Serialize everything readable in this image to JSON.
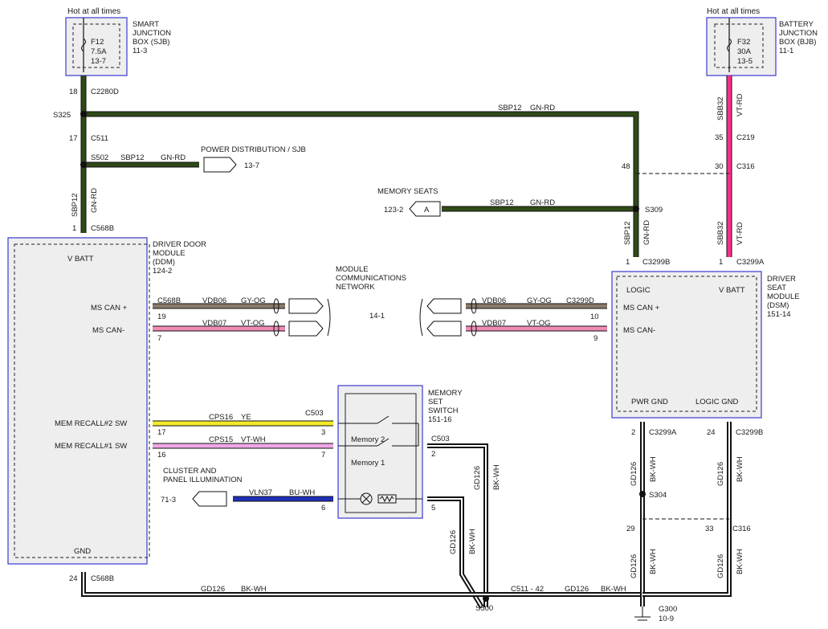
{
  "colors": {
    "gn_rd": "#2f4a17",
    "vt_rd": "#ff2f8c",
    "gy_og": "#8b7a6a",
    "vt_og": "#f28ab5",
    "ye": "#f2ea2a",
    "vt_wh": "#f0a6e6",
    "bu_wh": "#1f2fb8",
    "bk_wh": "#111111",
    "module_border": "#3a3ad0",
    "module_fill": "#eeeeee"
  },
  "sjb": {
    "hot": "Hot at all times",
    "fuse": "F12",
    "amps": "7.5A",
    "ref": "13-7",
    "name1": "SMART",
    "name2": "JUNCTION",
    "name3": "BOX (SJB)",
    "page": "11-3"
  },
  "bjb": {
    "hot": "Hot at all times",
    "fuse": "F32",
    "amps": "30A",
    "ref": "13-5",
    "name1": "BATTERY",
    "name2": "JUNCTION",
    "name3": "BOX (BJB)",
    "page": "11-1"
  },
  "connectors": {
    "c2280d_pin": "18",
    "c2280d": "C2280D",
    "s325": "S325",
    "c511_pin": "17",
    "c511": "C511",
    "s502": "S502",
    "c568b_top_pin": "1",
    "c568b_top": "C568B",
    "c219_pin": "35",
    "c219": "C219",
    "c316_top_pin_left": "48",
    "c316_top_pin": "30",
    "c316_top": "C316",
    "s309": "S309",
    "c3299b_top_pin": "1",
    "c3299b_top": "C3299B",
    "c3299a_top_pin": "1",
    "c3299a_top": "C3299A",
    "c568b_can": "C568B",
    "can_pin_19": "19",
    "can_pin_7": "7",
    "c3299d": "C3299D",
    "can_pin_10": "10",
    "can_pin_9": "9",
    "c503_a": "C503",
    "pin_3": "3",
    "pin_7": "7",
    "pin_17": "17",
    "pin_16": "16",
    "c503_b": "C503",
    "pin_2": "2",
    "pin_6": "6",
    "pin_5": "5",
    "c3299a_bot_pin": "2",
    "c3299a_bot": "C3299A",
    "c3299b_bot_pin": "24",
    "c3299b_bot": "C3299B",
    "s304": "S304",
    "c316_bot_pin_left": "29",
    "c316_bot_pin": "33",
    "c316_bot": "C316",
    "c568b_gnd_pin": "24",
    "c568b_gnd": "C568B",
    "s500": "S500",
    "c511_42": "C511 - 42",
    "g300": "G300",
    "g300_ref": "10-9"
  },
  "wires": {
    "sbp12": "SBP12",
    "gn_rd": "GN-RD",
    "sbb32": "SBB32",
    "vt_rd": "VT-RD",
    "vdb06": "VDB06",
    "gy_og": "GY-OG",
    "vdb07": "VDB07",
    "vt_og": "VT-OG",
    "cps16": "CPS16",
    "ye": "YE",
    "cps15": "CPS15",
    "vt_wh": "VT-WH",
    "vln37": "VLN37",
    "bu_wh": "BU-WH",
    "gd126": "GD126",
    "bk_wh": "BK-WH"
  },
  "refs": {
    "power_dist": "POWER DISTRIBUTION / SJB",
    "power_dist_page": "13-7",
    "memory_seats": "MEMORY SEATS",
    "memory_seats_page": "123-2",
    "memory_seats_tag": "A",
    "mcn1": "MODULE",
    "mcn2": "COMMUNICATIONS",
    "mcn3": "NETWORK",
    "mcn_page": "14-1",
    "cluster1": "CLUSTER AND",
    "cluster2": "PANEL ILLUMINATION",
    "cluster_page": "71-3"
  },
  "ddm": {
    "name1": "DRIVER DOOR",
    "name2": "MODULE",
    "name3": "(DDM)",
    "page": "124-2",
    "vbatt": "V BATT",
    "ms_can_plus": "MS CAN +",
    "ms_can_minus": "MS CAN-",
    "recall2": "MEM RECALL#2 SW",
    "recall1": "MEM RECALL#1 SW",
    "gnd": "GND"
  },
  "dsm": {
    "name1": "DRIVER",
    "name2": "SEAT",
    "name3": "MODULE",
    "name4": "(DSM)",
    "page": "151-14",
    "logic": "LOGIC",
    "vbatt": "V BATT",
    "ms_can_plus": "MS CAN +",
    "ms_can_minus": "MS CAN-",
    "pwr_gnd": "PWR GND",
    "logic_gnd": "LOGIC GND"
  },
  "switch": {
    "name1": "MEMORY",
    "name2": "SET",
    "name3": "SWITCH",
    "page": "151-16",
    "memory2": "Memory 2",
    "memory1": "Memory 1"
  }
}
